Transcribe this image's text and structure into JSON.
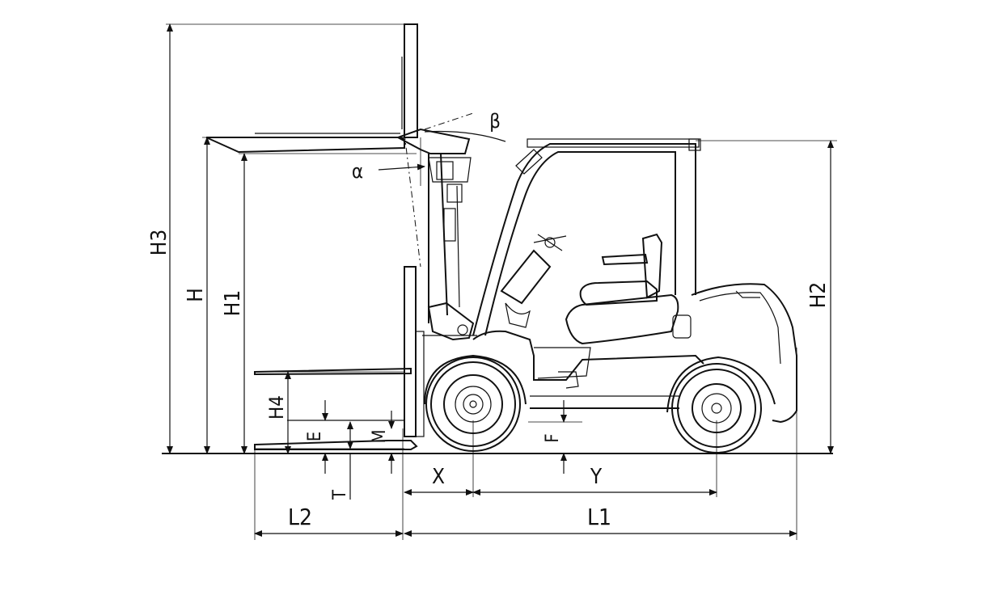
{
  "labels": {
    "H3": "H3",
    "H": "H",
    "H1": "H1",
    "H2": "H2",
    "H4": "H4",
    "E": "E",
    "M": "M",
    "T": "T",
    "F": "F",
    "X": "X",
    "Y": "Y",
    "L1": "L1",
    "L2": "L2",
    "alpha": "α",
    "beta": "β"
  },
  "colors": {
    "ink": "#111111",
    "background": "#ffffff"
  }
}
